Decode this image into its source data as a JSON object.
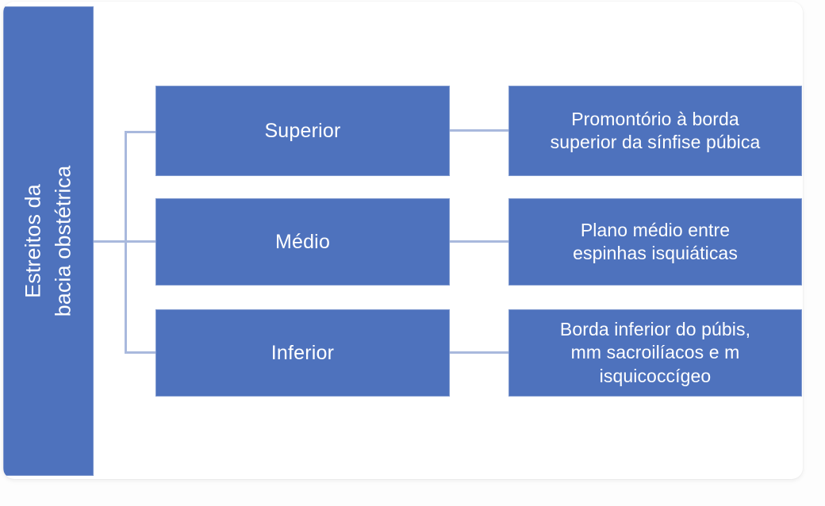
{
  "theme": {
    "box_blue": "#4e72bd",
    "connector_blue": "#a9b9dd",
    "card_background": "#ffffff",
    "page_background": "#fdfdfd",
    "box_text_color": "#ffffff"
  },
  "title_bar": {
    "line1": "Estreitos da",
    "line2": "bacia obstétrica"
  },
  "rows": [
    {
      "stage": "Superior",
      "description_lines": [
        "Promontório à borda",
        "superior da sínfise púbica"
      ],
      "description": "Promontório à borda superior da sínfise púbica"
    },
    {
      "stage": "Médio",
      "description_lines": [
        "Plano médio entre",
        "espinhas isquiáticas"
      ],
      "description": "Plano médio entre espinhas isquiáticas"
    },
    {
      "stage": "Inferior",
      "description_lines": [
        "Borda inferior do púbis,",
        "mm sacroilíacos e m",
        "isquicoccígeo"
      ],
      "description": "Borda inferior do púbis, mm sacroilíacos e m isquicoccígeo"
    }
  ]
}
